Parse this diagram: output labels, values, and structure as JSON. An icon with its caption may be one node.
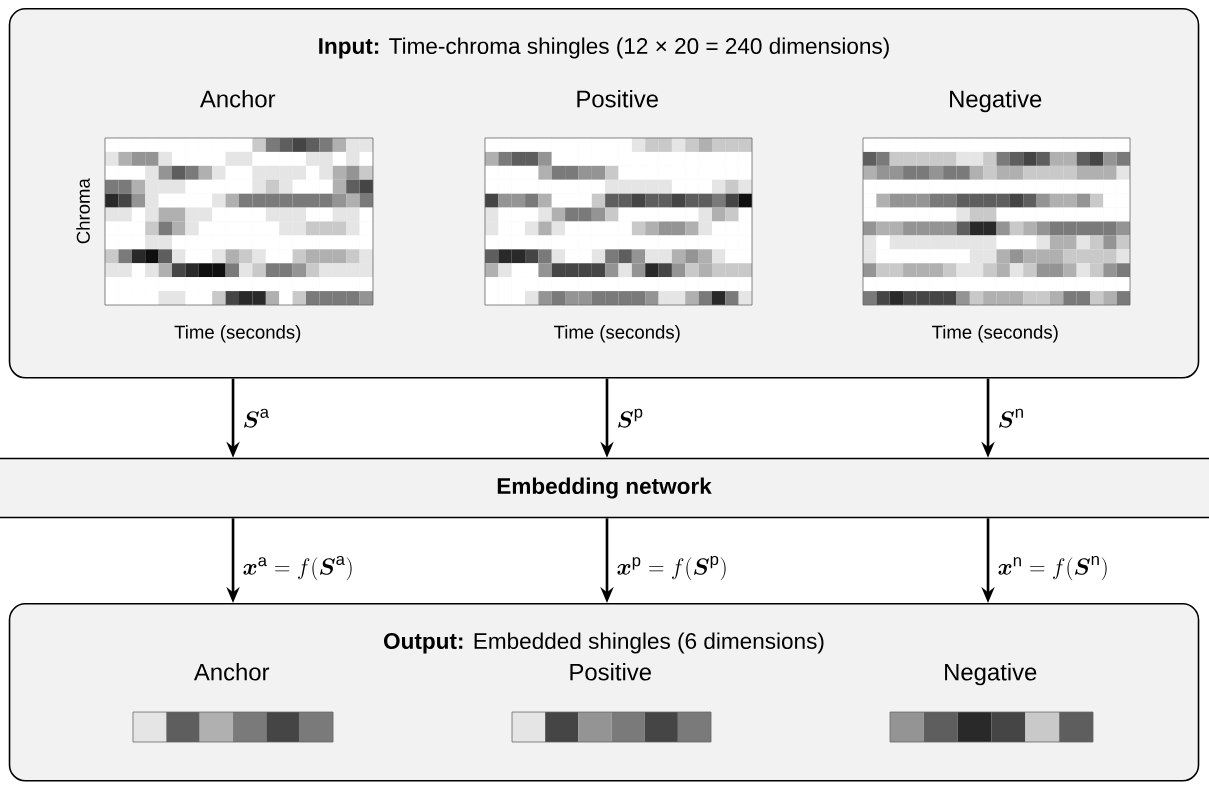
{
  "diagram": {
    "nodes": [
      {
        "text": [
          "**Input:** Time-chroma shingles (12 × 20 = 240 dimensions)"
        ]
      },
      {
        "text": [
          "Anchor"
        ],
        "beside": [
          "Chroma",
          "Time (seconds)"
        ],
        "in": 0
      },
      {
        "text": [
          "Positive"
        ],
        "beside": [
          "Time (seconds)"
        ],
        "in": 0
      },
      {
        "text": [
          "Negative"
        ],
        "beside": [
          "Time (seconds)"
        ],
        "in": 0
      },
      {
        "text": [
          "Embedding network"
        ]
      },
      {
        "text": [
          "**Output:** Embedded shingles (6 dimensions)"
        ]
      },
      {
        "text": [
          "Anchor"
        ],
        "in": 5
      },
      {
        "text": [
          "Positive"
        ],
        "in": 5
      },
      {
        "text": [
          "Negative"
        ],
        "in": 5
      }
    ],
    "edges": [
      {
        "from": 0,
        "to": 4,
        "arrow": "to",
        "label": "\\boldsymbol{S}^{\\mathrm{a}}"
      },
      {
        "from": 0,
        "to": 4,
        "arrow": "to",
        "label": "\\boldsymbol{S}^{\\mathrm{p}}"
      },
      {
        "from": 0,
        "to": 4,
        "arrow": "to",
        "label": "\\boldsymbol{S}^{\\mathrm{n}}"
      },
      {
        "from": 4,
        "to": 5,
        "arrow": "to",
        "label": "\\boldsymbol{x}^{\\mathrm{a}} = f(\\boldsymbol{S}^{\\mathrm{a}})"
      },
      {
        "from": 4,
        "to": 5,
        "arrow": "to",
        "label": "\\boldsymbol{x}^{\\mathrm{p}} = f(\\boldsymbol{S}^{\\mathrm{p}})"
      },
      {
        "from": 4,
        "to": 5,
        "arrow": "to",
        "label": "\\boldsymbol{x}^{\\mathrm{n}} = f(\\boldsymbol{S}^{\\mathrm{n}})"
      }
    ]
  }
}
